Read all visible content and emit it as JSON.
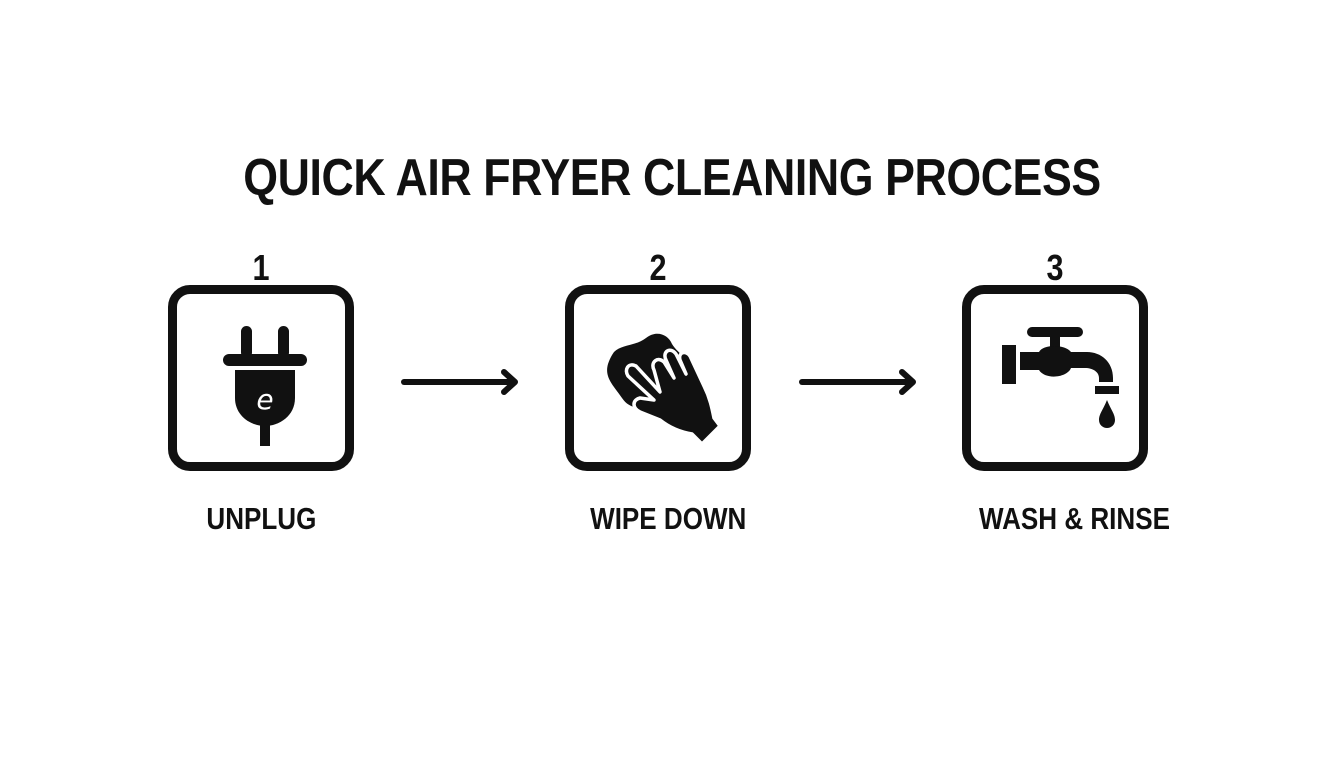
{
  "title": "QUICK AIR FRYER CLEANING PROCESS",
  "steps": [
    {
      "number": "1",
      "label": "UNPLUG",
      "icon": "plug-icon"
    },
    {
      "number": "2",
      "label": "WIPE DOWN",
      "icon": "hand-wiping-cloth-icon"
    },
    {
      "number": "3",
      "label": "WASH & RINSE",
      "icon": "faucet-water-drop-icon"
    }
  ],
  "connectors": [
    {
      "from": "1",
      "to": "2",
      "icon": "arrow-right-icon"
    },
    {
      "from": "2",
      "to": "3",
      "icon": "arrow-right-icon"
    }
  ],
  "colors": {
    "foreground": "#111111",
    "background": "#ffffff"
  }
}
